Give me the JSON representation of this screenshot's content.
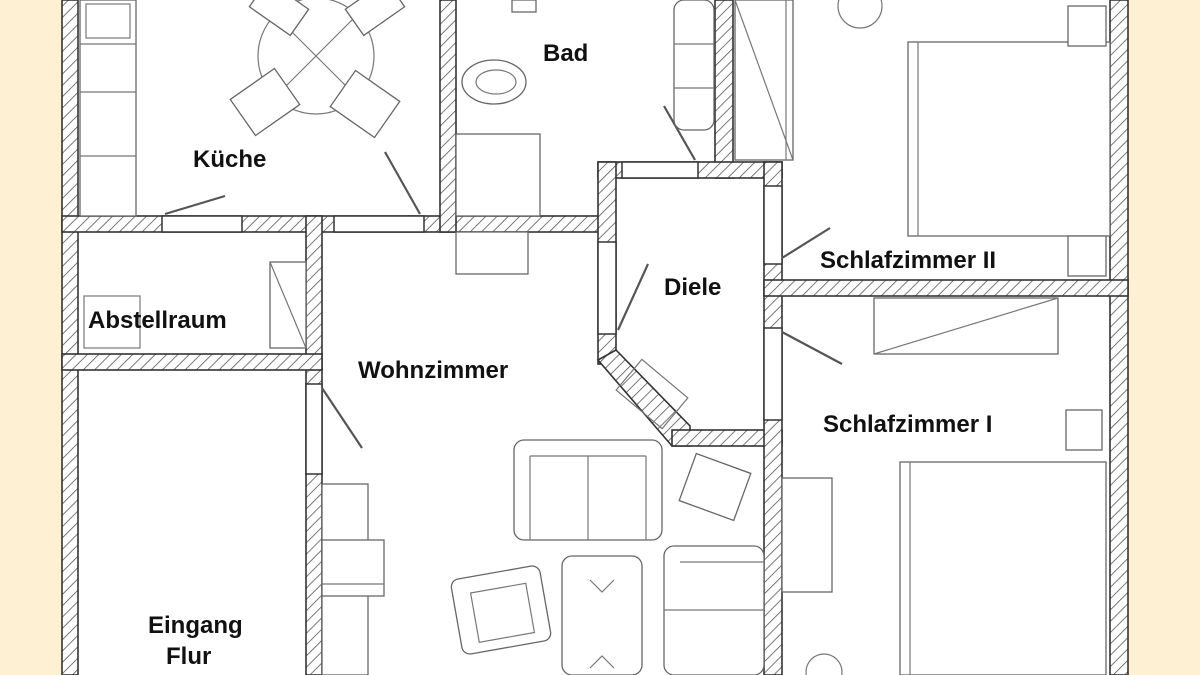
{
  "colors": {
    "background": "#fdf0d3",
    "floor": "#ffffff",
    "wall_outline": "#333333",
    "furniture_line": "#666666",
    "label_text": "#111111"
  },
  "rooms": {
    "kueche": "Küche",
    "bad": "Bad",
    "diele": "Diele",
    "schlafzimmer2": "Schlafzimmer II",
    "abstellraum": "Abstellraum",
    "wohnzimmer": "Wohnzimmer",
    "schlafzimmer1": "Schlafzimmer I",
    "eingang_line1": "Eingang",
    "eingang_line2": "Flur"
  }
}
